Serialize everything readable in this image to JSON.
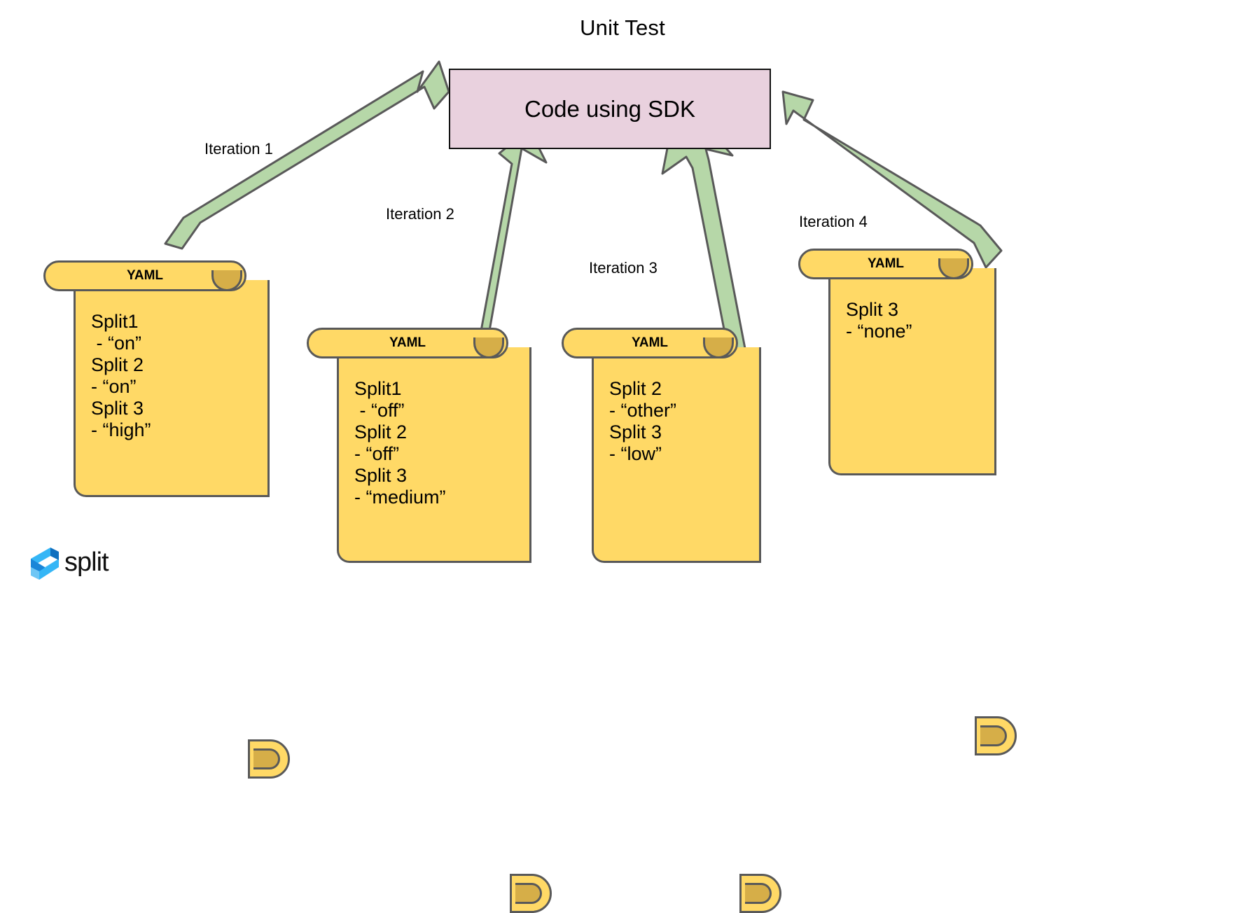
{
  "title": "Unit Test",
  "center_node": {
    "label": "Code using SDK",
    "fill": "#e9d1de",
    "stroke": "#111111"
  },
  "arrow_color": {
    "fill": "#b6d7a8",
    "stroke": "#595959"
  },
  "scroll_color": {
    "fill": "#ffd966",
    "curl": "#d6ae48",
    "stroke": "#595959"
  },
  "arrows": [
    {
      "id": "iteration-1",
      "label": "Iteration 1"
    },
    {
      "id": "iteration-2",
      "label": "Iteration 2"
    },
    {
      "id": "iteration-3",
      "label": "Iteration 3"
    },
    {
      "id": "iteration-4",
      "label": "Iteration 4"
    }
  ],
  "documents": [
    {
      "id": "yaml-1",
      "title": "YAML",
      "content": "Split1\n - “on”\nSplit 2\n- “on”\nSplit 3\n- “high”"
    },
    {
      "id": "yaml-2",
      "title": "YAML",
      "content": "Split1\n - “off”\nSplit 2\n- “off”\nSplit 3\n- “medium”"
    },
    {
      "id": "yaml-3",
      "title": "YAML",
      "content": "Split 2\n- “other”\nSplit 3\n- “low”"
    },
    {
      "id": "yaml-4",
      "title": "YAML",
      "content": "Split 3\n- “none”"
    }
  ],
  "logo": {
    "name": "split",
    "wordmark": "split",
    "colors": [
      "#2bb3ff",
      "#0f7fd4",
      "#6ec6f5"
    ]
  }
}
